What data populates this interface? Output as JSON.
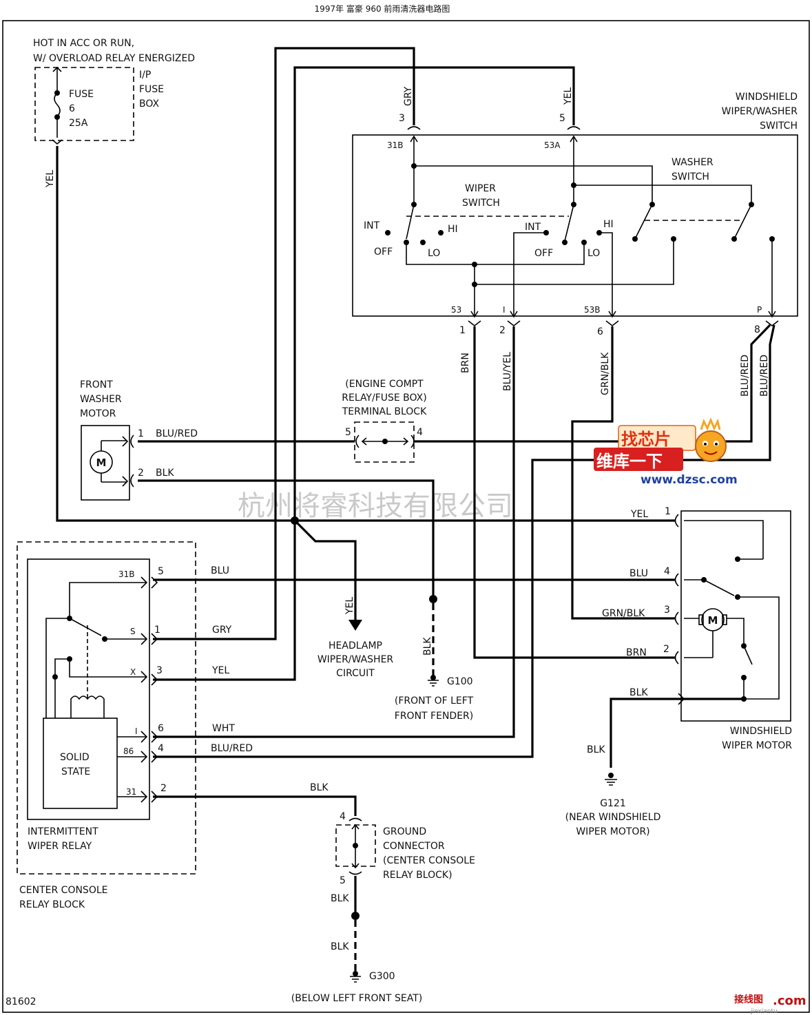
{
  "title": "1997年 富豪 960 前雨清洗器电路图",
  "figure_id": "81602",
  "watermark": "杭州将睿科技有限公司",
  "logo": {
    "top_chars": "找芯片",
    "bottom_chars": "维库一下",
    "url": "www.dzsc.com",
    "corner_mark": "接线图",
    "corner_url": ".com",
    "corner_small": "jiexiantu"
  },
  "power": {
    "line1": "HOT IN ACC OR RUN,",
    "line2": "W/ OVERLOAD RELAY ENERGIZED"
  },
  "fuse": {
    "label": "FUSE",
    "number": "6",
    "rating": "25A"
  },
  "fuse_box": {
    "line1": "I/P",
    "line2": "FUSE",
    "line3": "BOX"
  },
  "switch_assembly": {
    "title1": "WINDSHIELD",
    "title2": "WIPER/WASHER",
    "title3": "SWITCH",
    "wiper_switch1": "WIPER",
    "wiper_switch2": "SWITCH",
    "washer_switch1": "WASHER",
    "washer_switch2": "SWITCH",
    "pos": {
      "int": "INT",
      "hi": "HI",
      "off": "OFF",
      "lo": "LO"
    },
    "terminals": {
      "t31b": "31B",
      "t53a": "53A",
      "t53": "53",
      "ti": "I",
      "t53b": "53B",
      "tp": "P"
    },
    "pins": {
      "p3": "3",
      "p5": "5",
      "p1": "1",
      "p2": "2",
      "p6": "6",
      "p8": "8"
    }
  },
  "washer_motor": {
    "line1": "FRONT",
    "line2": "WASHER",
    "line3": "MOTOR",
    "symbol": "M",
    "pin1": "1",
    "pin2": "2"
  },
  "terminal_block": {
    "line1": "(ENGINE COMPT",
    "line2": "RELAY/FUSE BOX)",
    "line3": "TERMINAL BLOCK",
    "pin_left": "5",
    "pin_right": "4"
  },
  "relay": {
    "label1": "INTERMITTENT",
    "label2": "WIPER RELAY",
    "block1": "CENTER CONSOLE",
    "block2": "RELAY BLOCK",
    "solid1": "SOLID",
    "solid2": "STATE",
    "terms": {
      "t31b": "31B",
      "s": "S",
      "x": "X",
      "i": "I",
      "t86": "86",
      "t31": "31"
    },
    "pins": {
      "p5": "5",
      "p1": "1",
      "p3": "3",
      "p6": "6",
      "p4": "4",
      "p2": "2"
    }
  },
  "headlamp": {
    "line1": "HEADLAMP",
    "line2": "WIPER/WASHER",
    "line3": "CIRCUIT"
  },
  "g100": {
    "name": "G100",
    "line1": "(FRONT OF LEFT",
    "line2": "FRONT FENDER)"
  },
  "ground_connector": {
    "line1": "GROUND",
    "line2": "CONNECTOR",
    "line3": "(CENTER CONSOLE",
    "line4": "RELAY BLOCK)",
    "pin_top": "4",
    "pin_bottom": "5"
  },
  "g300": {
    "name": "G300",
    "location": "(BELOW LEFT FRONT SEAT)"
  },
  "wiper_motor": {
    "line1": "WINDSHIELD",
    "line2": "WIPER MOTOR",
    "symbol": "M",
    "pin1": "1",
    "pin4": "4",
    "pin3": "3",
    "pin2": "2"
  },
  "g121": {
    "name": "G121",
    "line1": "(NEAR WINDSHIELD",
    "line2": "WIPER MOTOR)"
  },
  "wires": {
    "yel": "YEL",
    "gry": "GRY",
    "brn": "BRN",
    "blu_yel": "BLU/YEL",
    "grn_blk": "GRN/BLK",
    "blu_red": "BLU/RED",
    "blk": "BLK",
    "blu": "BLU",
    "wht": "WHT"
  }
}
